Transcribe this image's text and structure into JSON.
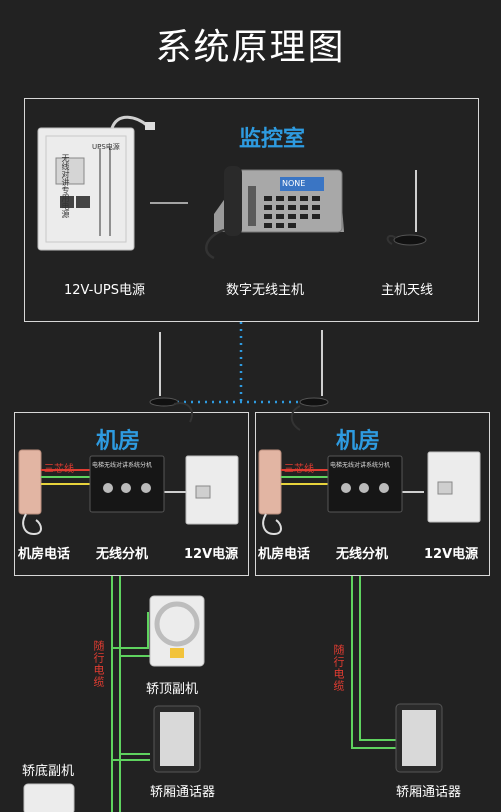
{
  "title": "系统原理图",
  "control_room": {
    "header": "监控室",
    "labels": [
      "12V-UPS电源",
      "数字无线主机",
      "主机天线"
    ],
    "ups_box_text": [
      "UPS电源",
      "无线对讲专用电源"
    ],
    "host_screen_text": "NONE"
  },
  "machine_room_left": {
    "header": "机房",
    "labels": [
      "机房电话",
      "无线分机",
      "12V电源"
    ],
    "wire_label": "三芯线",
    "device_text": "电梯无线对讲系统分机"
  },
  "machine_room_right": {
    "header": "机房",
    "labels": [
      "机房电话",
      "无线分机",
      "12V电源"
    ],
    "wire_label": "三芯线",
    "device_text": "电梯无线对讲系统分机"
  },
  "left_shaft": {
    "cable_label": "随行电缆",
    "car_top_label": "轿顶副机",
    "car_intercom_label": "轿厢通话器",
    "car_bottom_label": "轿底副机"
  },
  "right_shaft": {
    "cable_label": "随行电缆",
    "car_intercom_label": "轿厢通话器"
  },
  "colors": {
    "background": "#222222",
    "accent_blue": "#2e9be0",
    "wire_green": "#5fd35f",
    "wire_red": "#e03c31",
    "dotted_link": "#2e9be0"
  }
}
